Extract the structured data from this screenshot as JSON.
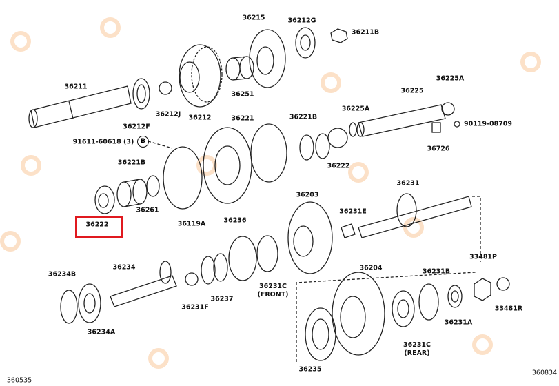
{
  "diagram": {
    "accent_color": "#e0191f",
    "watermark_color": "#f5b57a",
    "highlighted_part": "36222",
    "callouts": [
      {
        "id": "36215",
        "text": "36215"
      },
      {
        "id": "36212G",
        "text": "36212G"
      },
      {
        "id": "36211B",
        "text": "36211B"
      },
      {
        "id": "36211",
        "text": "36211"
      },
      {
        "id": "36212J",
        "text": "36212J"
      },
      {
        "id": "36212F",
        "text": "36212F"
      },
      {
        "id": "36212",
        "text": "36212"
      },
      {
        "id": "36251",
        "text": "36251"
      },
      {
        "id": "36225",
        "text": "36225"
      },
      {
        "id": "36225A-top",
        "text": "36225A"
      },
      {
        "id": "36221",
        "text": "36221"
      },
      {
        "id": "36221B-right",
        "text": "36221B"
      },
      {
        "id": "36225A-mid",
        "text": "36225A"
      },
      {
        "id": "90119-08709",
        "text": "90119-08709"
      },
      {
        "id": "91611-60618",
        "text": "91611-60618 (3)"
      },
      {
        "id": "36222-right",
        "text": "36222"
      },
      {
        "id": "36726",
        "text": "36726"
      },
      {
        "id": "36221B-left",
        "text": "36221B"
      },
      {
        "id": "36231",
        "text": "36231"
      },
      {
        "id": "36261",
        "text": "36261"
      },
      {
        "id": "36119A",
        "text": "36119A"
      },
      {
        "id": "36203",
        "text": "36203"
      },
      {
        "id": "36231E",
        "text": "36231E"
      },
      {
        "id": "36222-boxed",
        "text": "36222"
      },
      {
        "id": "36236",
        "text": "36236"
      },
      {
        "id": "33481P",
        "text": "33481P"
      },
      {
        "id": "36234B",
        "text": "36234B"
      },
      {
        "id": "36234",
        "text": "36234"
      },
      {
        "id": "36204",
        "text": "36204"
      },
      {
        "id": "36231B",
        "text": "36231B"
      },
      {
        "id": "36231F",
        "text": "36231F"
      },
      {
        "id": "36237",
        "text": "36237"
      },
      {
        "id": "36231C-front",
        "text": "36231C",
        "sub": "(FRONT)"
      },
      {
        "id": "36231A",
        "text": "36231A"
      },
      {
        "id": "33481R",
        "text": "33481R"
      },
      {
        "id": "36234A",
        "text": "36234A"
      },
      {
        "id": "36231C-rear",
        "text": "36231C",
        "sub": "(REAR)"
      },
      {
        "id": "36235",
        "text": "36235"
      }
    ],
    "ref_marker": "B",
    "figure_id_left": "360535",
    "figure_id_right": "360834"
  }
}
